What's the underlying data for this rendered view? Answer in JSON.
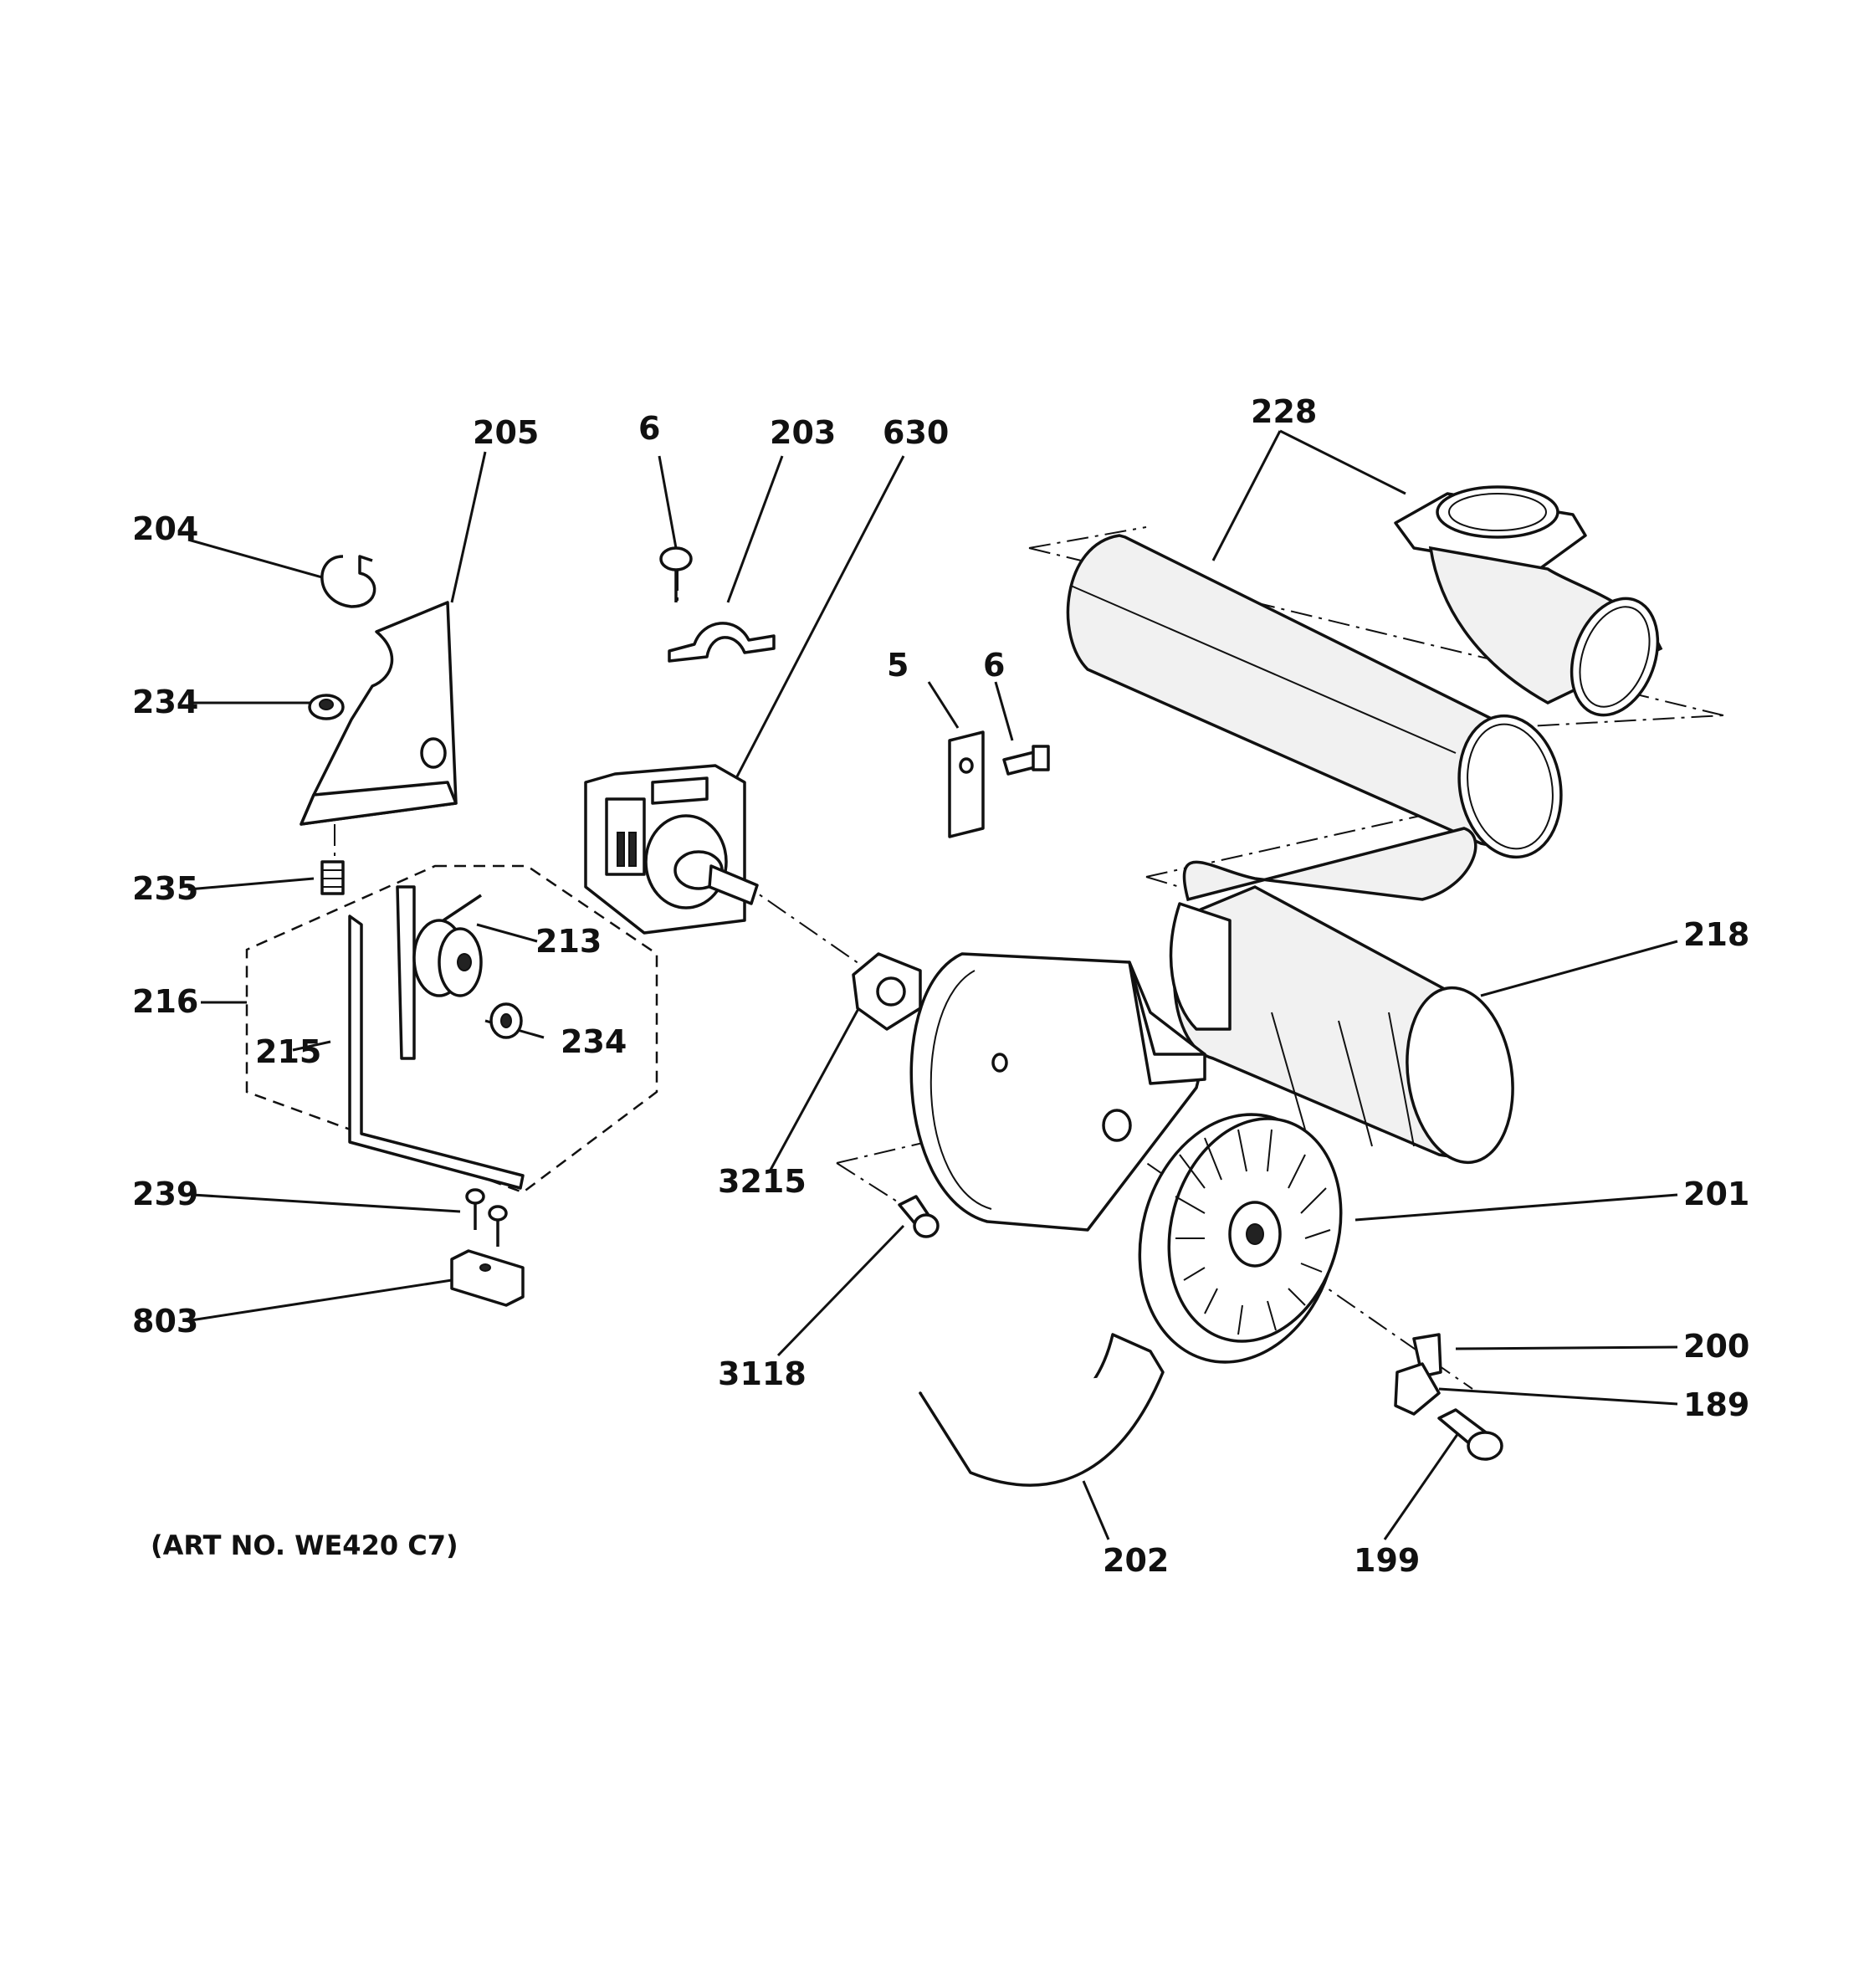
{
  "labels": {
    "l204": "204",
    "l205": "205",
    "l6a": "6",
    "l203": "203",
    "l630": "630",
    "l228": "228",
    "l234a": "234",
    "l5": "5",
    "l6b": "6",
    "l235": "235",
    "l213": "213",
    "l216": "216",
    "l234b": "234",
    "l215": "215",
    "l218": "218",
    "l3215": "3215",
    "l201": "201",
    "l239": "239",
    "l803": "803",
    "l3118": "3118",
    "l200": "200",
    "l189": "189",
    "l202": "202",
    "l199": "199"
  },
  "art_number": "(ART NO. WE420 C7)"
}
